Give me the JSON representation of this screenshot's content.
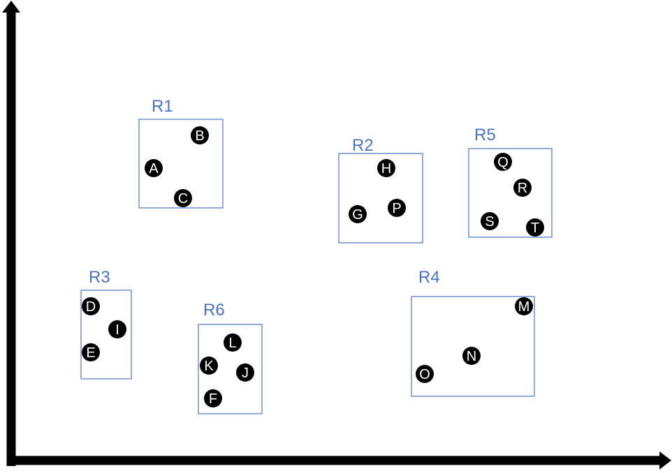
{
  "diagram": {
    "axis_color": "#000000",
    "region_color": "#4a72c4",
    "point_fill": "#000000",
    "point_text_color": "#ffffff",
    "regions": [
      {
        "id": "R1",
        "label": "R1",
        "points": [
          "A",
          "B",
          "C"
        ]
      },
      {
        "id": "R2",
        "label": "R2",
        "points": [
          "H",
          "G",
          "P"
        ]
      },
      {
        "id": "R3",
        "label": "R3",
        "points": [
          "D",
          "I",
          "E"
        ]
      },
      {
        "id": "R4",
        "label": "R4",
        "points": [
          "M",
          "N",
          "O"
        ]
      },
      {
        "id": "R5",
        "label": "R5",
        "points": [
          "Q",
          "R",
          "S",
          "T"
        ]
      },
      {
        "id": "R6",
        "label": "R6",
        "points": [
          "L",
          "K",
          "J",
          "F"
        ]
      }
    ]
  }
}
